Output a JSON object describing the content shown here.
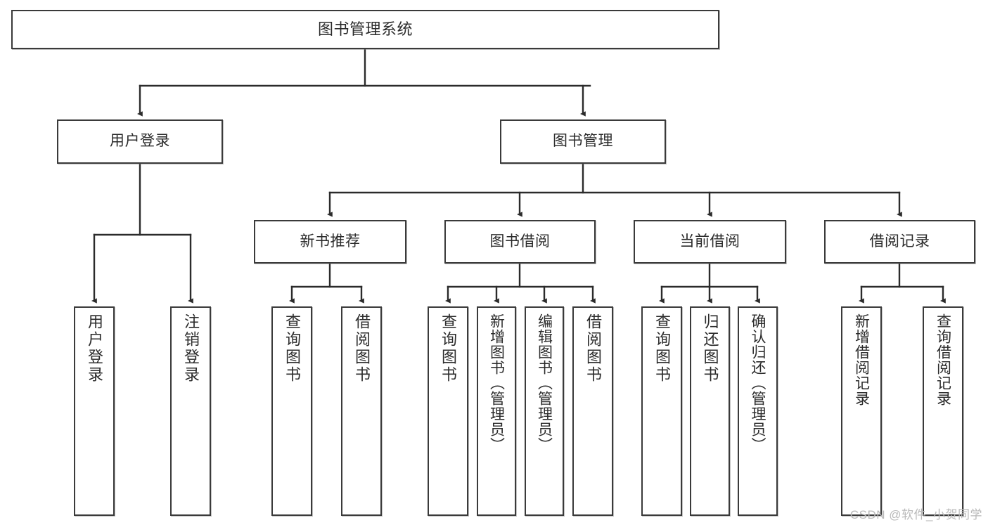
{
  "diagram": {
    "type": "tree",
    "title": "图书管理系统",
    "orientation": "top-down",
    "edge_style": "orthogonal-arrow",
    "colors": {
      "node_border": "#3a3a3a",
      "node_fill": "#ffffff",
      "edge": "#2b2b2b",
      "text": "#2b2b2b",
      "watermark": "#b9b9b9"
    },
    "nodes": {
      "root": {
        "label": "图书管理系统"
      },
      "level2": [
        {
          "label": "用户登录"
        },
        {
          "label": "图书管理"
        }
      ],
      "level3": [
        {
          "label": "新书推荐"
        },
        {
          "label": "图书借阅"
        },
        {
          "label": "当前借阅"
        },
        {
          "label": "借阅记录"
        }
      ],
      "leaves": {
        "user_login": [
          {
            "label": "用户登录"
          },
          {
            "label": "注销登录"
          }
        ],
        "new_book": [
          {
            "label": "查询图书"
          },
          {
            "label": "借阅图书"
          }
        ],
        "book_borrow": [
          {
            "label": "查询图书"
          },
          {
            "label": "新增图书（管理员）"
          },
          {
            "label": "编辑图书（管理员）"
          },
          {
            "label": "借阅图书"
          }
        ],
        "current_borrow": [
          {
            "label": "查询图书"
          },
          {
            "label": "归还图书"
          },
          {
            "label": "确认归还（管理员）"
          }
        ],
        "borrow_record": [
          {
            "label": "新增借阅记录"
          },
          {
            "label": "查询借阅记录"
          }
        ]
      }
    }
  },
  "watermark": {
    "text": "CSDN @软件_小贺同学"
  }
}
